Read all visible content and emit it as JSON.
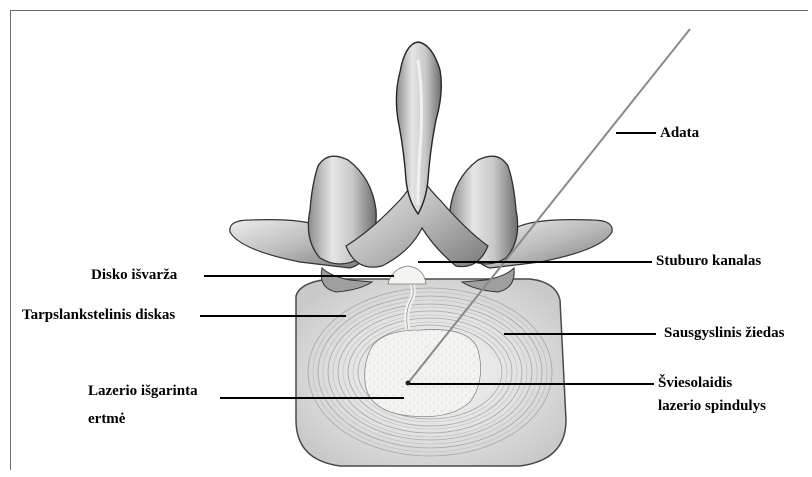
{
  "labels": {
    "needle": "Adata",
    "spinal_canal": "Stuburo kanalas",
    "disc_herniation": "Disko išvarža",
    "intervertebral_disc": "Tarpslankstelinis diskas",
    "annulus_fibrosus": "Sausgyslinis žiedas",
    "laser_cavity_line1": "Lazerio išgarinta",
    "laser_cavity_line2": "ertmė",
    "laser_beam_line1": "Šviesolaidis",
    "laser_beam_line2": "lazerio spindulys"
  }
}
